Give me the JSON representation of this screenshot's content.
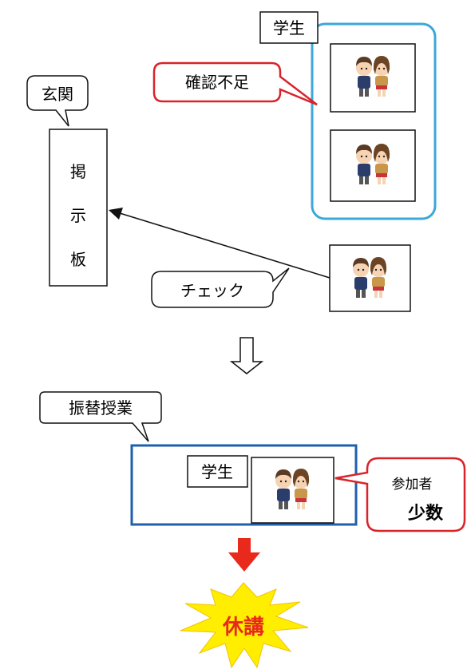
{
  "labels": {
    "entrance": "玄関",
    "board": [
      "掲",
      "示",
      "板"
    ],
    "students_top": "学生",
    "insufficient": "確認不足",
    "check": "チェック",
    "makeup_class": "振替授業",
    "students_bottom": "学生",
    "participants": "参加者",
    "few": "少数",
    "cancelled": "休講"
  },
  "colors": {
    "students_group_border": "#3aa8d8",
    "makeup_box_border": "#1f5fae",
    "callout_red": "#d9232a",
    "down_arrow": "#e8291c",
    "burst_fill": "#ffee00",
    "burst_text": "#e8291c"
  }
}
